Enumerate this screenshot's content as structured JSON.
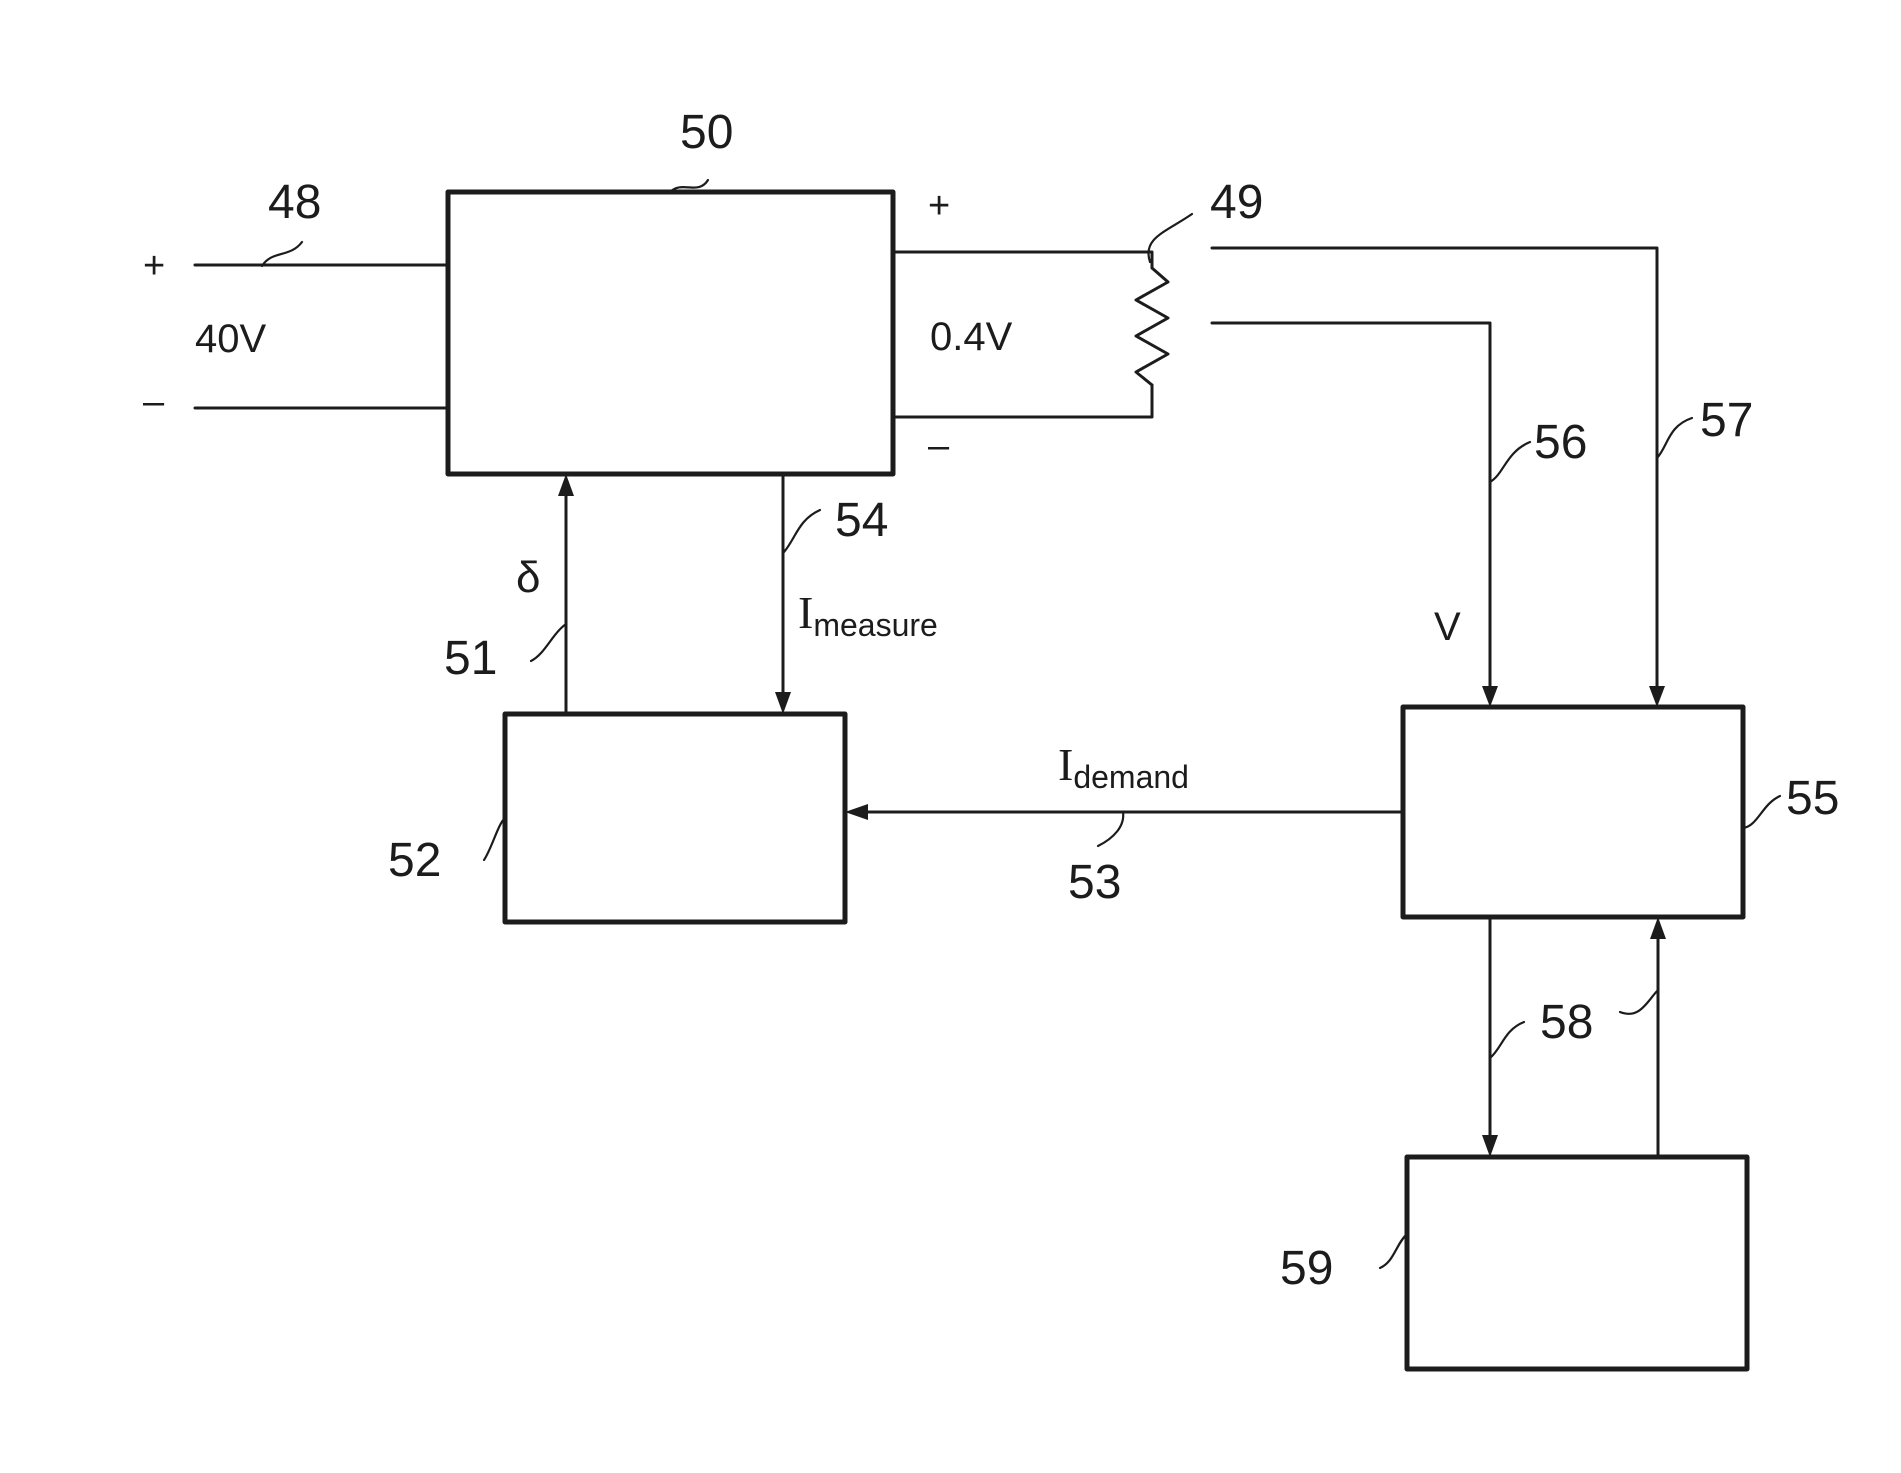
{
  "refs": {
    "r48": "48",
    "r49": "49",
    "r50": "50",
    "r51": "51",
    "r52": "52",
    "r53": "53",
    "r54": "54",
    "r55": "55",
    "r56": "56",
    "r57": "57",
    "r58": "58",
    "r59": "59"
  },
  "labels": {
    "input_voltage": "40V",
    "output_voltage": "0.4V",
    "plus": "+",
    "minus": "–",
    "delta": "δ",
    "voltage_v": "V",
    "i_measure_main": "I",
    "i_measure_sub": "measure",
    "i_demand_main": "I",
    "i_demand_sub": "demand"
  }
}
